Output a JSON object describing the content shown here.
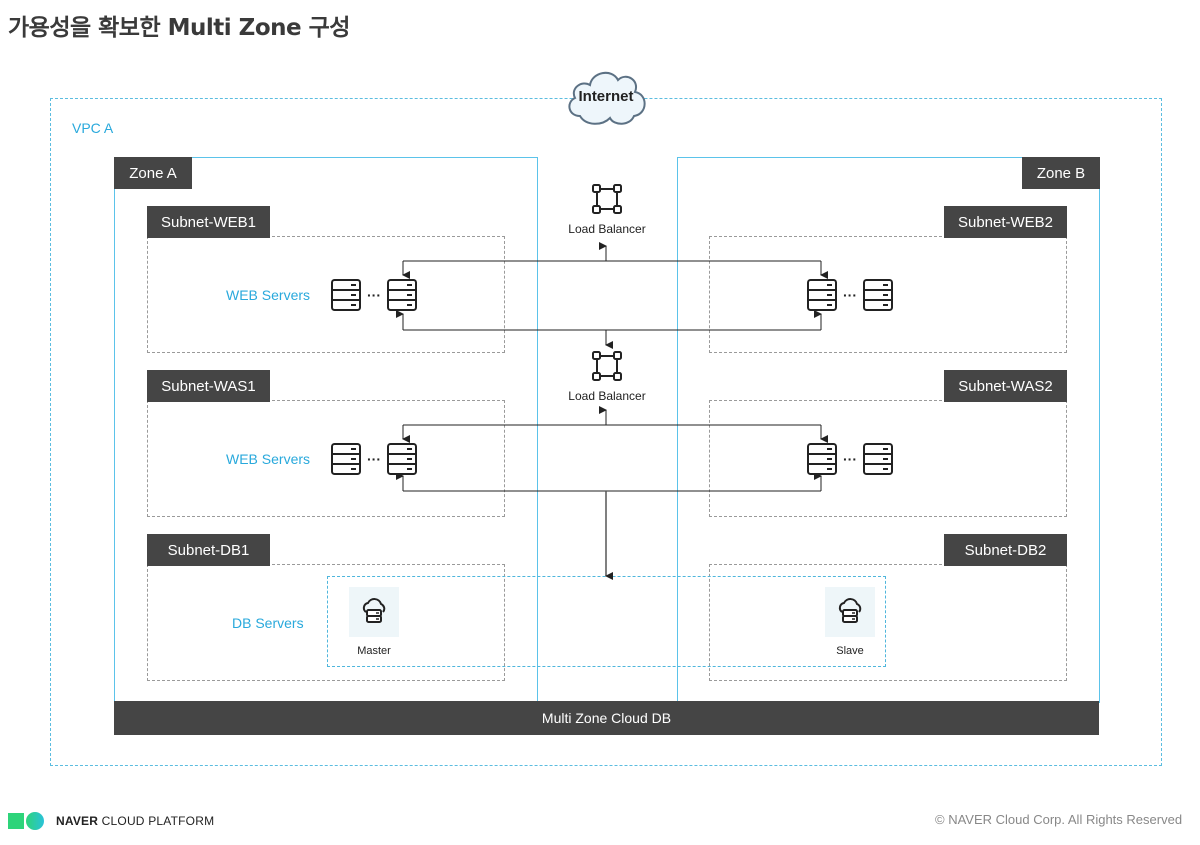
{
  "title": "가용성을 확보한 Multi Zone 구성",
  "internet": {
    "label": "Internet",
    "icon": "cloud-icon"
  },
  "vpc": {
    "label": "VPC A"
  },
  "zones": [
    {
      "label": "Zone A"
    },
    {
      "label": "Zone B"
    }
  ],
  "subnets": {
    "web1": "Subnet-WEB1",
    "web2": "Subnet-WEB2",
    "was1": "Subnet-WAS1",
    "was2": "Subnet-WAS2",
    "db1": "Subnet-DB1",
    "db2": "Subnet-DB2"
  },
  "tiers": {
    "web_label": "WEB Servers",
    "was_label": "WEB Servers",
    "db_label": "DB Servers"
  },
  "load_balancers": [
    {
      "label": "Load Balancer",
      "icon": "load-balancer-icon"
    },
    {
      "label": "Load Balancer",
      "icon": "load-balancer-icon"
    }
  ],
  "servers": {
    "icon": "server-icon",
    "ellipsis": "···"
  },
  "db": {
    "master": {
      "label": "Master",
      "icon": "cloud-db-icon"
    },
    "slave": {
      "label": "Slave",
      "icon": "cloud-db-icon"
    }
  },
  "bottom_bar": "Multi Zone Cloud DB",
  "footer": {
    "brand_bold": "NAVER",
    "brand_rest": "CLOUD PLATFORM",
    "copyright": "© NAVER Cloud Corp. All Rights Reserved",
    "brand_colors": [
      "#2ed47a",
      "#29c2d9"
    ]
  }
}
